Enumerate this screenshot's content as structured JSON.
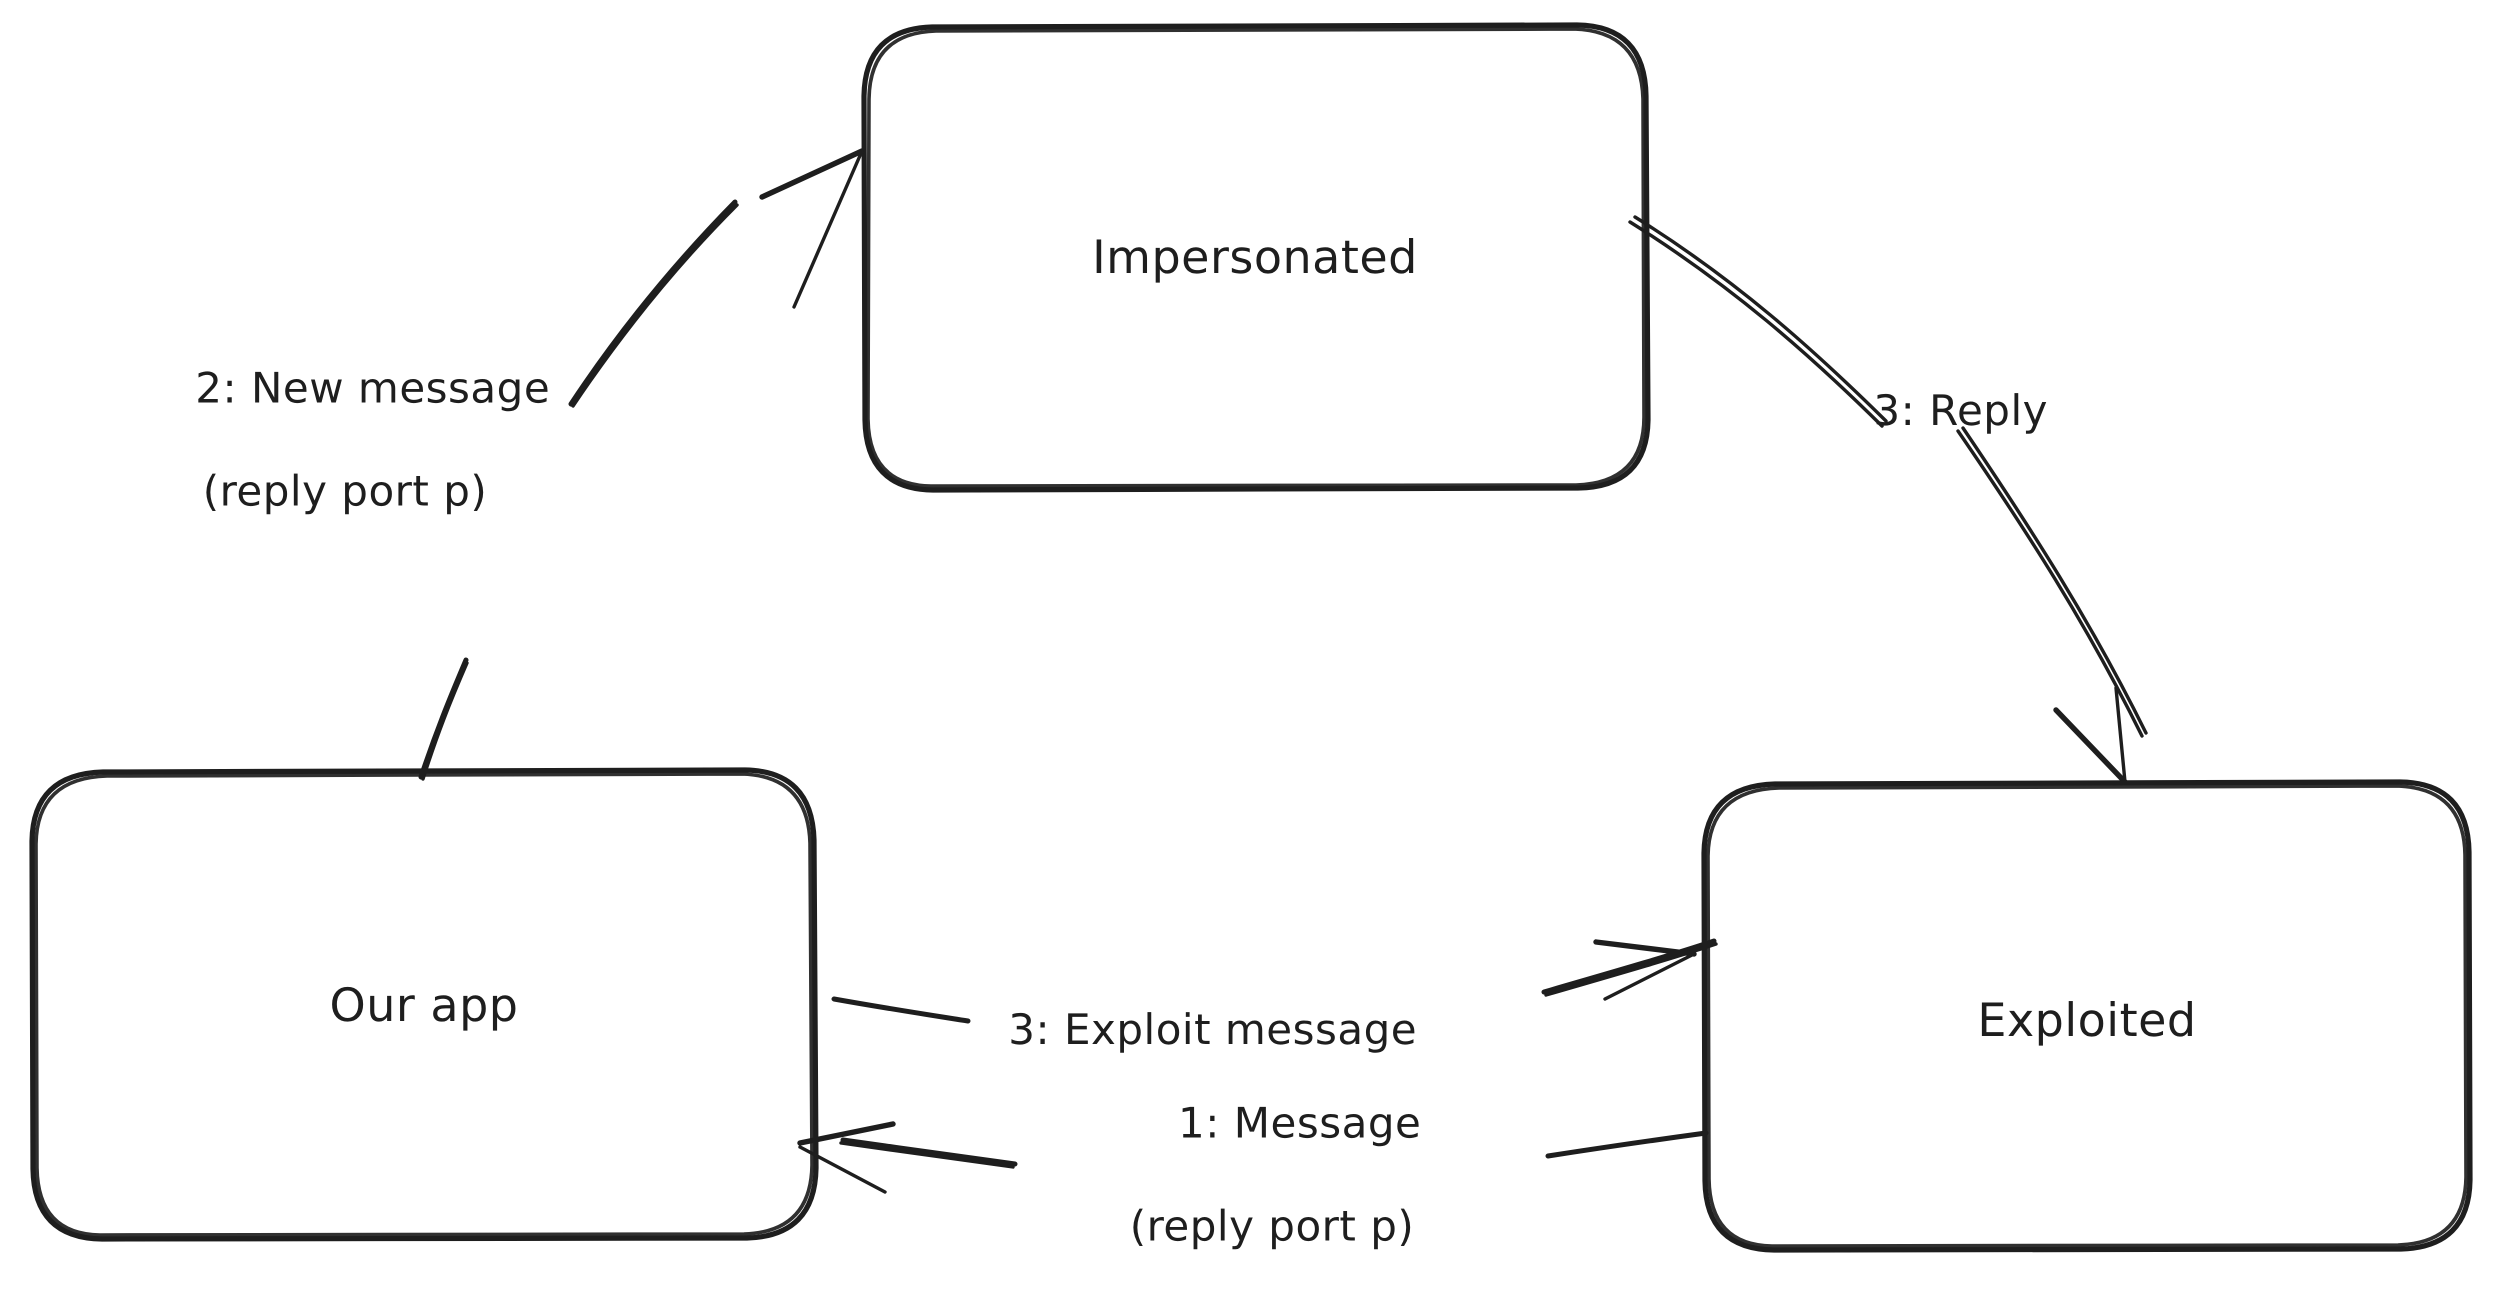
{
  "diagram": {
    "title": "Message impersonation exploit sequence",
    "style": "hand-drawn",
    "stroke_color": "#1e1e1e",
    "background_color": "#ffffff",
    "nodes": [
      {
        "id": "impersonated",
        "label": "Impersonated",
        "shape": "rounded-rectangle"
      },
      {
        "id": "our-app",
        "label": "Our app",
        "shape": "rounded-rectangle"
      },
      {
        "id": "exploited",
        "label": "Exploited",
        "shape": "rounded-rectangle"
      }
    ],
    "edges": [
      {
        "id": "edge-1-message",
        "from": "exploited",
        "to": "our-app",
        "label_line1": "1: Message",
        "label_line2": "(reply port p)",
        "arrowhead": "left"
      },
      {
        "id": "edge-2-new-message",
        "from": "our-app",
        "to": "impersonated",
        "label_line1": "2: New message",
        "label_line2": "(reply port p)",
        "arrowhead": "up-right"
      },
      {
        "id": "edge-3-reply",
        "from": "impersonated",
        "to": "exploited",
        "label_line1": "3: Reply",
        "label_line2": "",
        "arrowhead": "down"
      },
      {
        "id": "edge-3-exploit-message",
        "from": "our-app",
        "to": "exploited",
        "label_line1": "3: Exploit message",
        "label_line2": "",
        "arrowhead": "right"
      }
    ]
  }
}
